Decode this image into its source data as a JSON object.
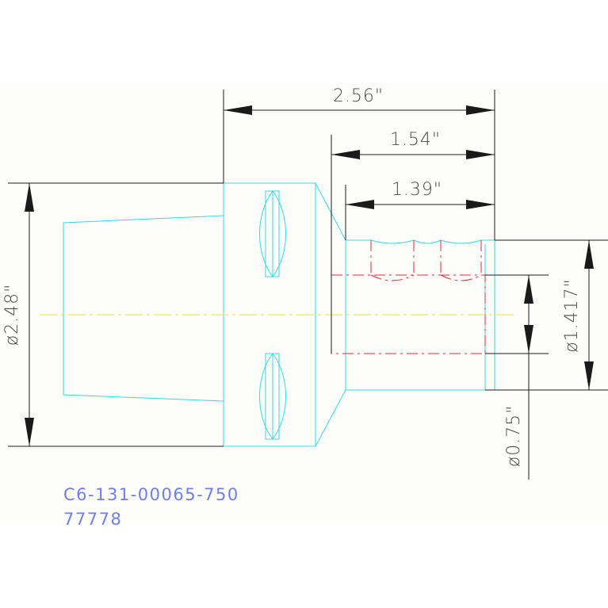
{
  "drawing": {
    "dimensions": {
      "overall_length": "2.56\"",
      "length_1": "1.54\"",
      "length_2": "1.39\"",
      "body_diameter": "ø2.48\"",
      "shank_diameter": "ø1.417\"",
      "bore_diameter": "ø0.75\""
    },
    "part_number": "C6-131-00065-750",
    "id_number": "77778"
  },
  "colors": {
    "outline": "#36d8e8",
    "hidden_bore": "#e8283c",
    "centerline": "#e8e23a",
    "dimension": "#1a1a1a",
    "label_text": "#6f7fe6"
  }
}
